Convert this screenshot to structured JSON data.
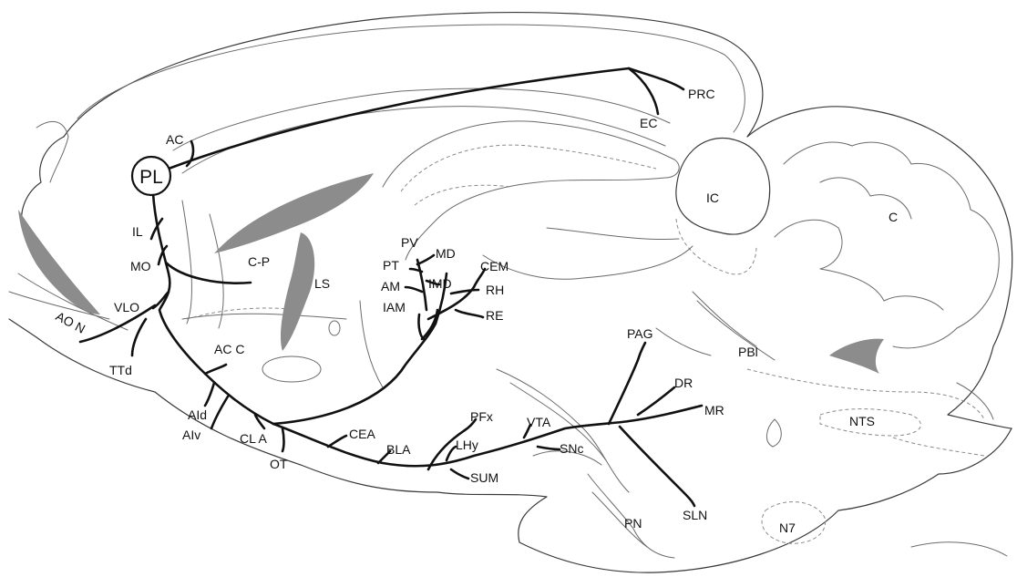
{
  "source_region": "PL",
  "region_labels": {
    "AC": "AC",
    "PRC": "PRC",
    "EC": "EC",
    "IC": "IC",
    "C": "C",
    "IL": "IL",
    "MO": "MO",
    "CP": "C-P",
    "LS": "LS",
    "VLO": "VLO",
    "AON": "AO N",
    "TTd": "TTd",
    "ACC": "AC C",
    "AId": "AId",
    "AIv": "AIv",
    "CLA": "CL A",
    "OT": "OT",
    "PV": "PV",
    "MD": "MD",
    "PT": "PT",
    "IMD": "IMD",
    "AM": "AM",
    "IAM": "IAM",
    "CEM": "CEM",
    "RH": "RH",
    "RE": "RE",
    "CEA": "CEA",
    "BLA": "BLA",
    "PFx": "PFx",
    "LHy": "LHy",
    "SUM": "SUM",
    "VTA": "VTA",
    "SNc": "SNc",
    "PAG": "PAG",
    "DR": "DR",
    "MR": "MR",
    "PBl": "PBl",
    "NTS": "NTS",
    "PN": "PN",
    "SLN": "SLN",
    "N7": "N7"
  },
  "colors": {
    "projection": "#111111",
    "outline": "#3a3a3a",
    "ventricle": "#8c8c8c"
  }
}
